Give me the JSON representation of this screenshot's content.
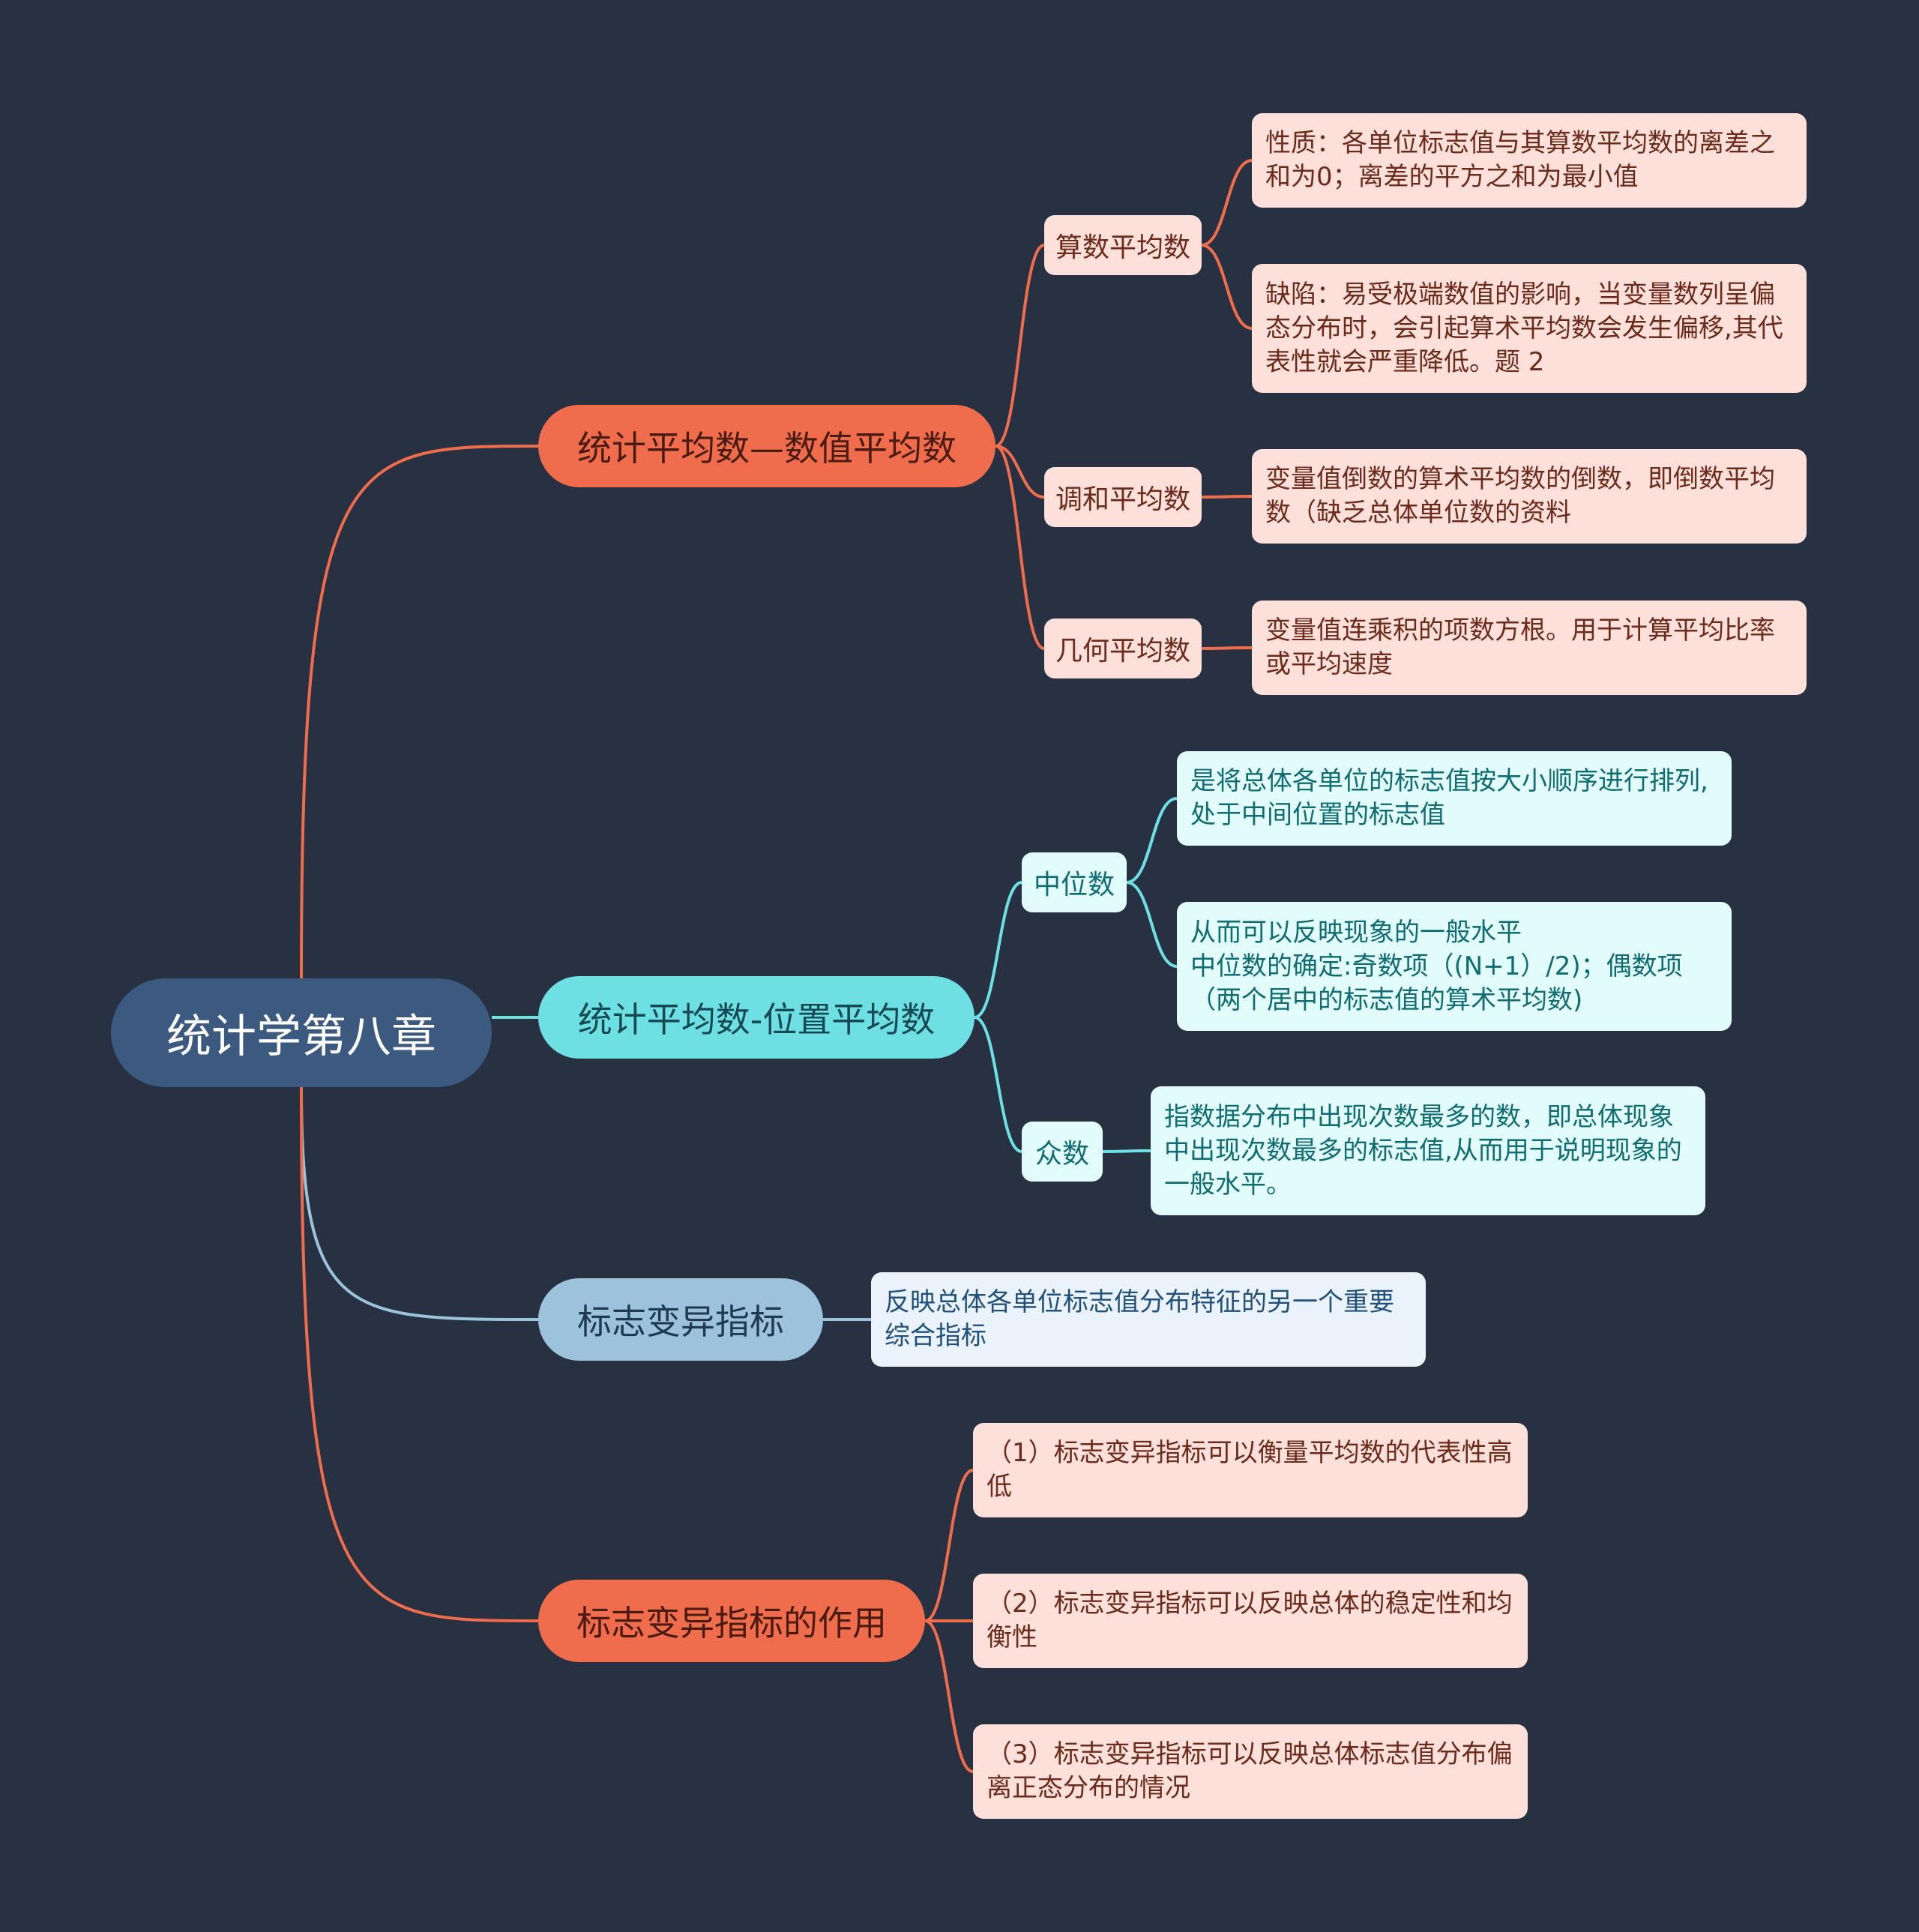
{
  "root": "统计学第八章",
  "colors": {
    "background": "#283142",
    "orange_branch": "#ef6c4d",
    "cyan_branch": "#6ee0e3",
    "blue_branch": "#9cc2dc",
    "root": "#3c5a80"
  },
  "branches": [
    {
      "label": "统计平均数—数值平均数",
      "children": [
        {
          "label": "算数平均数",
          "notes": [
            "性质：各单位标志值与其算数平均数的离差之和为0；离差的平方之和为最小值",
            "缺陷：易受极端数值的影响，当变量数列呈偏态分布时，会引起算术平均数会发生偏移,其代表性就会严重降低。题 2"
          ]
        },
        {
          "label": "调和平均数",
          "notes": [
            "变量值倒数的算术平均数的倒数，即倒数平均数（缺乏总体单位数的资料"
          ]
        },
        {
          "label": "几何平均数",
          "notes": [
            "变量值连乘积的项数方根。用于计算平均比率或平均速度"
          ]
        }
      ]
    },
    {
      "label": "统计平均数-位置平均数",
      "children": [
        {
          "label": "中位数",
          "notes": [
            "是将总体各单位的标志值按大小顺序进行排列,处于中间位置的标志值",
            "从而可以反映现象的一般水平\n中位数的确定:奇数项（(N+1）/2)；偶数项（两个居中的标志值的算术平均数)"
          ]
        },
        {
          "label": "众数",
          "notes": [
            "指数据分布中出现次数最多的数，即总体现象中出现次数最多的标志值,从而用于说明现象的一般水平。"
          ]
        }
      ]
    },
    {
      "label": "标志变异指标",
      "note": "反映总体各单位标志值分布特征的另一个重要综合指标"
    },
    {
      "label": "标志变异指标的作用",
      "notes": [
        "（1）标志变异指标可以衡量平均数的代表性高低",
        "（2）标志变异指标可以反映总体的稳定性和均衡性",
        "（3）标志变异指标可以反映总体标志值分布偏离正态分布的情况"
      ]
    }
  ]
}
